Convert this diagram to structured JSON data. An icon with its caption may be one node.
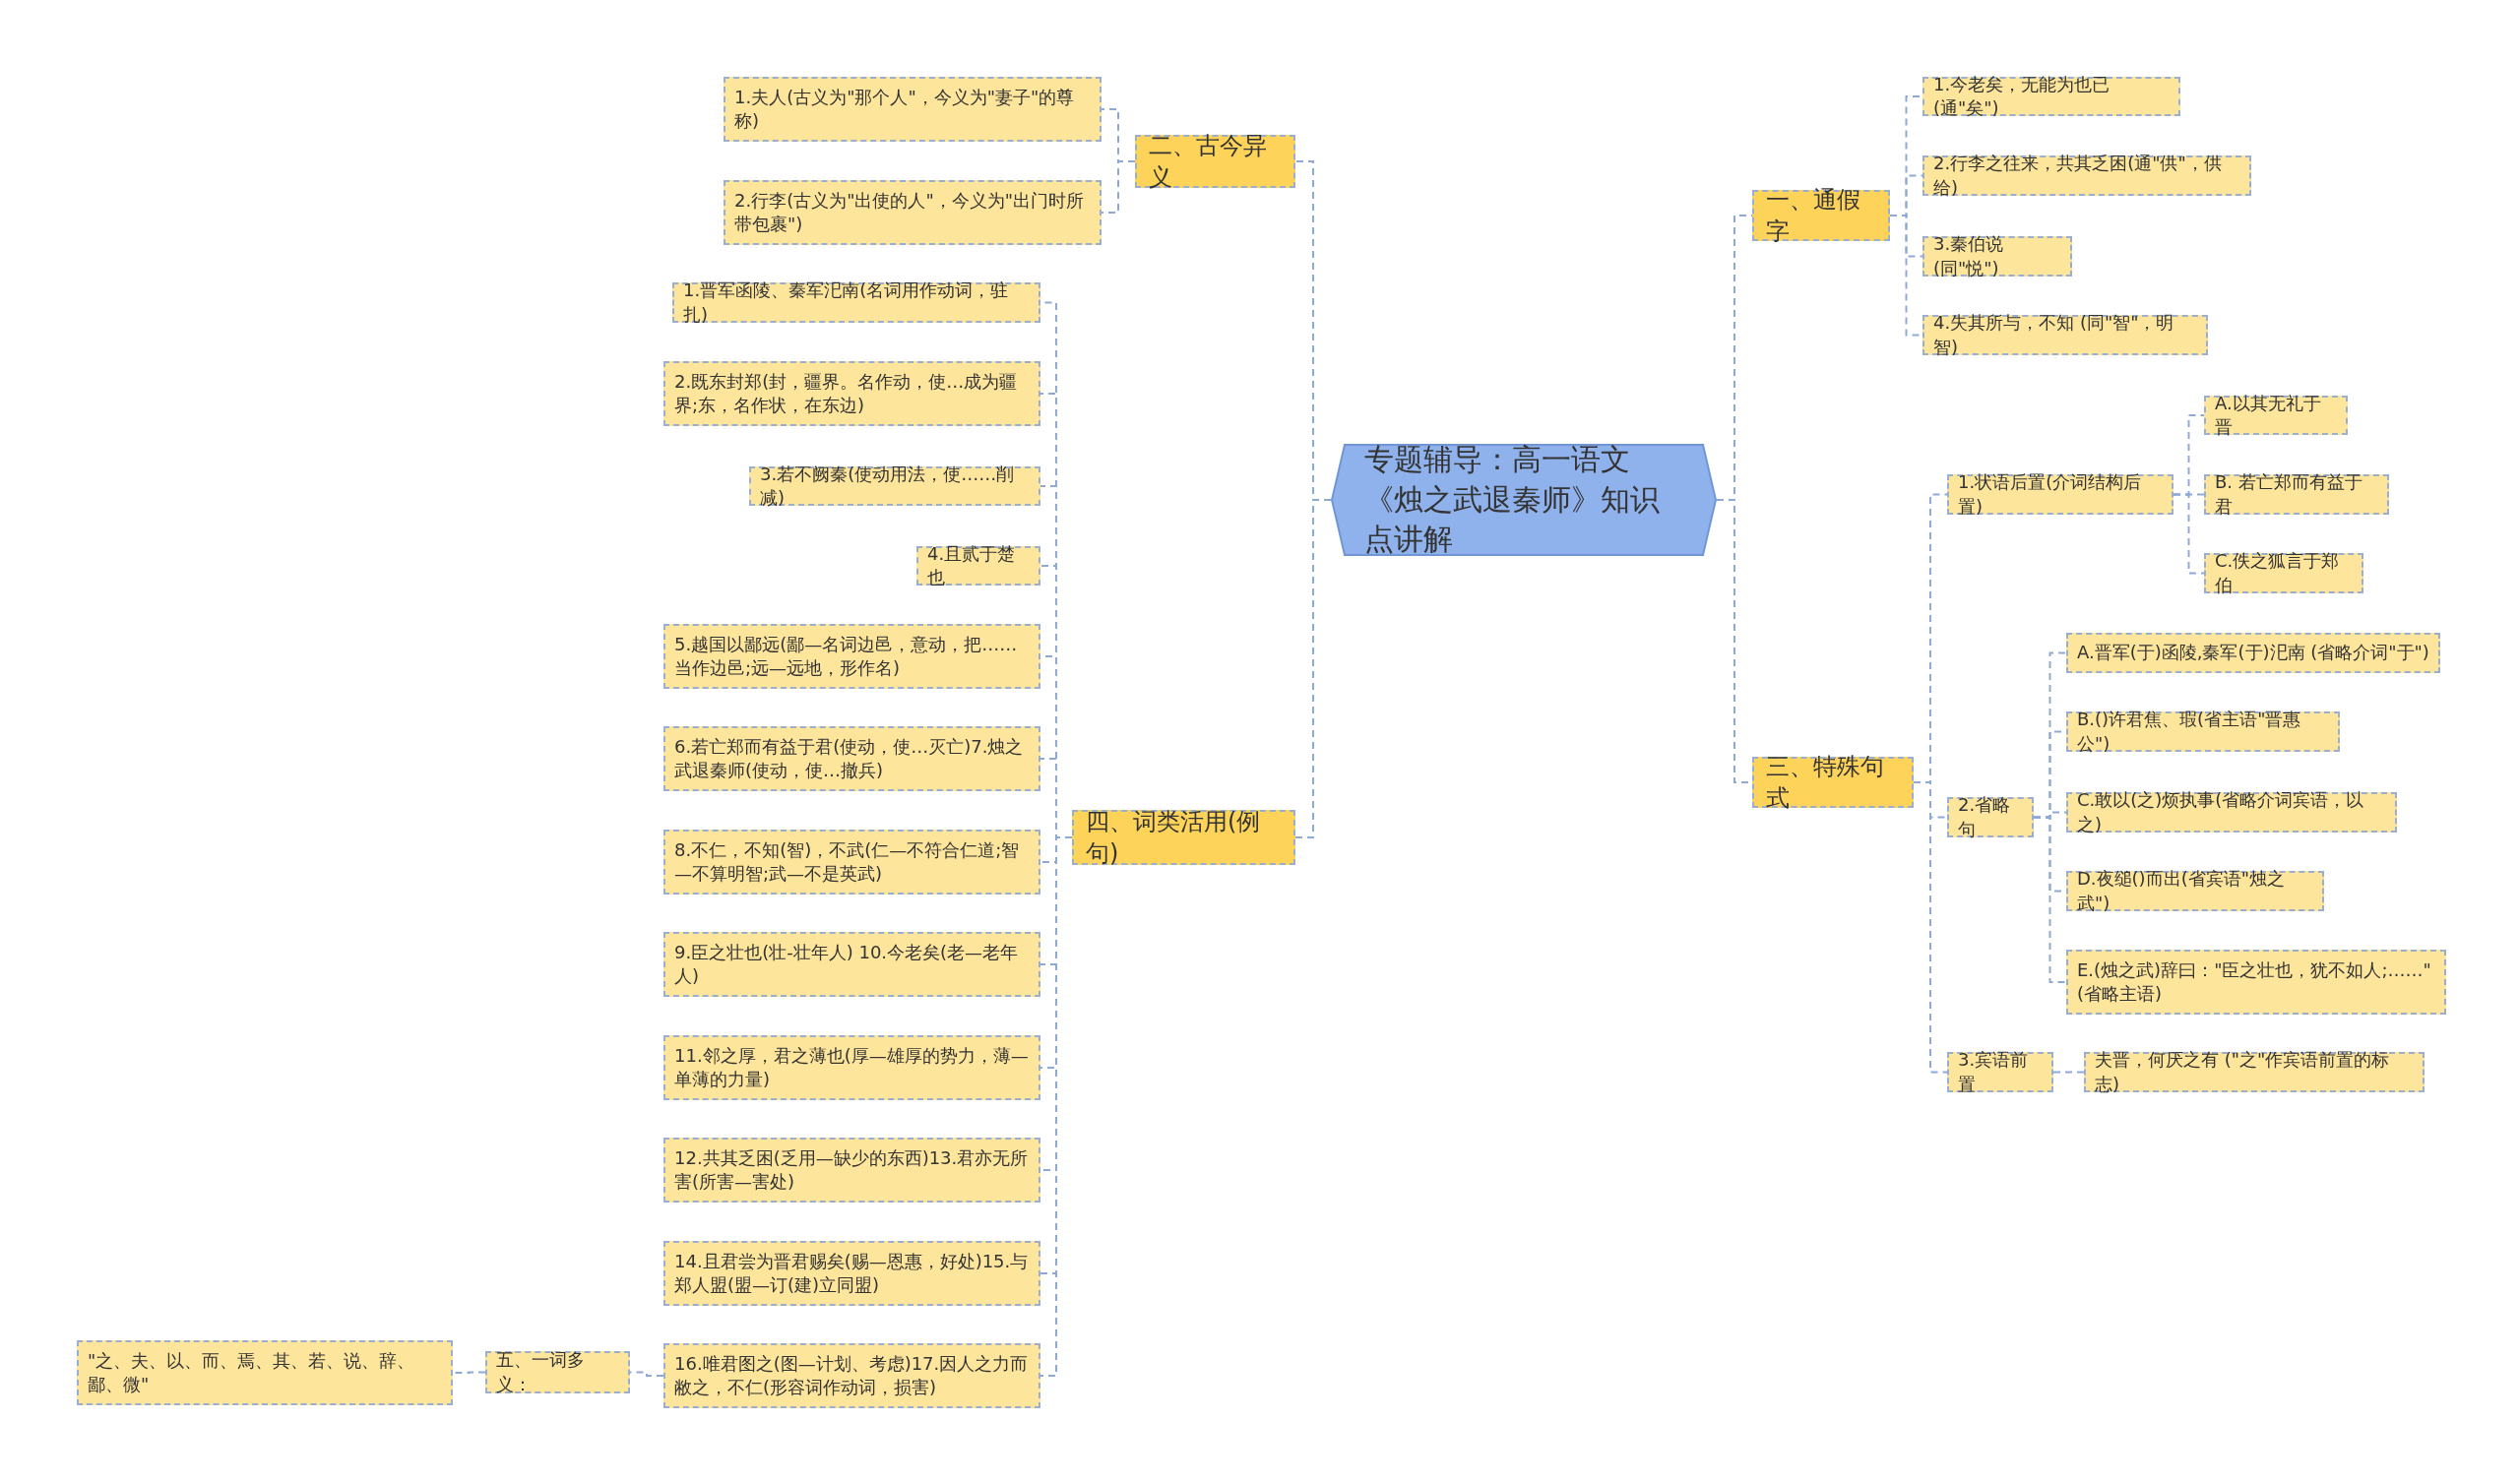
{
  "diagram": {
    "nodes": [
      {
        "text": [
          "专题辅导：高一语文《烛之武退秦师》知识点讲解"
        ]
      },
      {
        "text": [
          "一、通假字"
        ]
      },
      {
        "text": [
          "1.今老矣，无能为也已(通\"矣\")"
        ]
      },
      {
        "text": [
          "2.行李之往来，共其乏困(通\"供\"，供给)"
        ]
      },
      {
        "text": [
          "3.秦伯说(同\"悦\")"
        ]
      },
      {
        "text": [
          "4.失其所与，不知 (同\"智\"，明智)"
        ]
      },
      {
        "text": [
          "三、特殊句式"
        ]
      },
      {
        "text": [
          "1.状语后置(介词结构后置)"
        ]
      },
      {
        "text": [
          "A.以其无礼于晋"
        ]
      },
      {
        "text": [
          "B. 若亡郑而有益于君"
        ]
      },
      {
        "text": [
          "C.佚之狐言于郑伯"
        ]
      },
      {
        "text": [
          "2.省略句"
        ]
      },
      {
        "text": [
          "A.晋军(于)函陵,秦军(于)汜南 (省略介词\"于\")"
        ]
      },
      {
        "text": [
          "B.()许君焦、瑕(省主语\"晋惠公\")"
        ]
      },
      {
        "text": [
          "C.敢以(之)烦执事(省略介词宾语，以之)"
        ]
      },
      {
        "text": [
          "D.夜缒()而出(省宾语\"烛之武\")"
        ]
      },
      {
        "text": [
          "E.(烛之武)辞曰：\"臣之壮也，犹不如人;……\" (省略主语)"
        ]
      },
      {
        "text": [
          "3.宾语前置"
        ]
      },
      {
        "text": [
          "夫晋，何厌之有 (\"之\"作宾语前置的标志)"
        ]
      },
      {
        "text": [
          "二、古今异义"
        ]
      },
      {
        "text": [
          "1.夫人(古义为\"那个人\"，今义为\"妻子\"的尊称)"
        ]
      },
      {
        "text": [
          "2.行李(古义为\"出使的人\"，今义为\"出门时所带包裹\")"
        ]
      },
      {
        "text": [
          "四、词类活用(例句)"
        ]
      },
      {
        "text": [
          "1.晋军函陵、秦军汜南(名词用作动词，驻扎)"
        ]
      },
      {
        "text": [
          "2.既东封郑(封，疆界。名作动，使…成为疆界;东，名作状，在东边)"
        ]
      },
      {
        "text": [
          "3.若不阙秦(使动用法，使……削减)"
        ]
      },
      {
        "text": [
          "4.且贰于楚也"
        ]
      },
      {
        "text": [
          "5.越国以鄙远(鄙—名词边邑，意动，把……当作边邑;远—远地，形作名)"
        ]
      },
      {
        "text": [
          "6.若亡郑而有益于君(使动，使…灭亡)7.烛之武退秦师(使动，使…撤兵)"
        ]
      },
      {
        "text": [
          "8.不仁，不知(智)，不武(仁—不符合仁道;智—不算明智;武—不是英武)"
        ]
      },
      {
        "text": [
          "9.臣之壮也(壮-壮年人) 10.今老矣(老—老年人)"
        ]
      },
      {
        "text": [
          "11.邻之厚，君之薄也(厚—雄厚的势力，薄—单薄的力量)"
        ]
      },
      {
        "text": [
          "12.共其乏困(乏用—缺少的东西)13.君亦无所害(所害—害处)"
        ]
      },
      {
        "text": [
          "14.且君尝为晋君赐矣(赐—恩惠，好处)15.与郑人盟(盟—订(建)立同盟)"
        ]
      },
      {
        "text": [
          "16.唯君图之(图—计划、考虑)17.因人之力而敝之，不仁(形容词作动词，损害)"
        ]
      },
      {
        "text": [
          "五、一词多义："
        ]
      },
      {
        "text": [
          "\"之、夫、以、而、焉、其、若、说、辞、鄙、微\""
        ]
      }
    ],
    "edges": [
      {
        "from": 0,
        "to": 1,
        "arrow": "none"
      },
      {
        "from": 1,
        "to": 2,
        "arrow": "none"
      },
      {
        "from": 1,
        "to": 3,
        "arrow": "none"
      },
      {
        "from": 1,
        "to": 4,
        "arrow": "none"
      },
      {
        "from": 1,
        "to": 5,
        "arrow": "none"
      },
      {
        "from": 0,
        "to": 6,
        "arrow": "none"
      },
      {
        "from": 6,
        "to": 7,
        "arrow": "none"
      },
      {
        "from": 7,
        "to": 8,
        "arrow": "none"
      },
      {
        "from": 7,
        "to": 9,
        "arrow": "none"
      },
      {
        "from": 7,
        "to": 10,
        "arrow": "none"
      },
      {
        "from": 6,
        "to": 11,
        "arrow": "none"
      },
      {
        "from": 11,
        "to": 12,
        "arrow": "none"
      },
      {
        "from": 11,
        "to": 13,
        "arrow": "none"
      },
      {
        "from": 11,
        "to": 14,
        "arrow": "none"
      },
      {
        "from": 11,
        "to": 15,
        "arrow": "none"
      },
      {
        "from": 11,
        "to": 16,
        "arrow": "none"
      },
      {
        "from": 6,
        "to": 17,
        "arrow": "none"
      },
      {
        "from": 17,
        "to": 18,
        "arrow": "none"
      },
      {
        "from": 0,
        "to": 19,
        "arrow": "none"
      },
      {
        "from": 19,
        "to": 20,
        "arrow": "none"
      },
      {
        "from": 19,
        "to": 21,
        "arrow": "none"
      },
      {
        "from": 0,
        "to": 22,
        "arrow": "none"
      },
      {
        "from": 22,
        "to": 23,
        "arrow": "none"
      },
      {
        "from": 22,
        "to": 24,
        "arrow": "none"
      },
      {
        "from": 22,
        "to": 25,
        "arrow": "none"
      },
      {
        "from": 22,
        "to": 26,
        "arrow": "none"
      },
      {
        "from": 22,
        "to": 27,
        "arrow": "none"
      },
      {
        "from": 22,
        "to": 28,
        "arrow": "none"
      },
      {
        "from": 22,
        "to": 29,
        "arrow": "none"
      },
      {
        "from": 22,
        "to": 30,
        "arrow": "none"
      },
      {
        "from": 22,
        "to": 31,
        "arrow": "none"
      },
      {
        "from": 22,
        "to": 32,
        "arrow": "none"
      },
      {
        "from": 22,
        "to": 33,
        "arrow": "none"
      },
      {
        "from": 22,
        "to": 34,
        "arrow": "none"
      },
      {
        "from": 34,
        "to": 35,
        "arrow": "none"
      },
      {
        "from": 35,
        "to": 36,
        "arrow": "none"
      }
    ]
  }
}
